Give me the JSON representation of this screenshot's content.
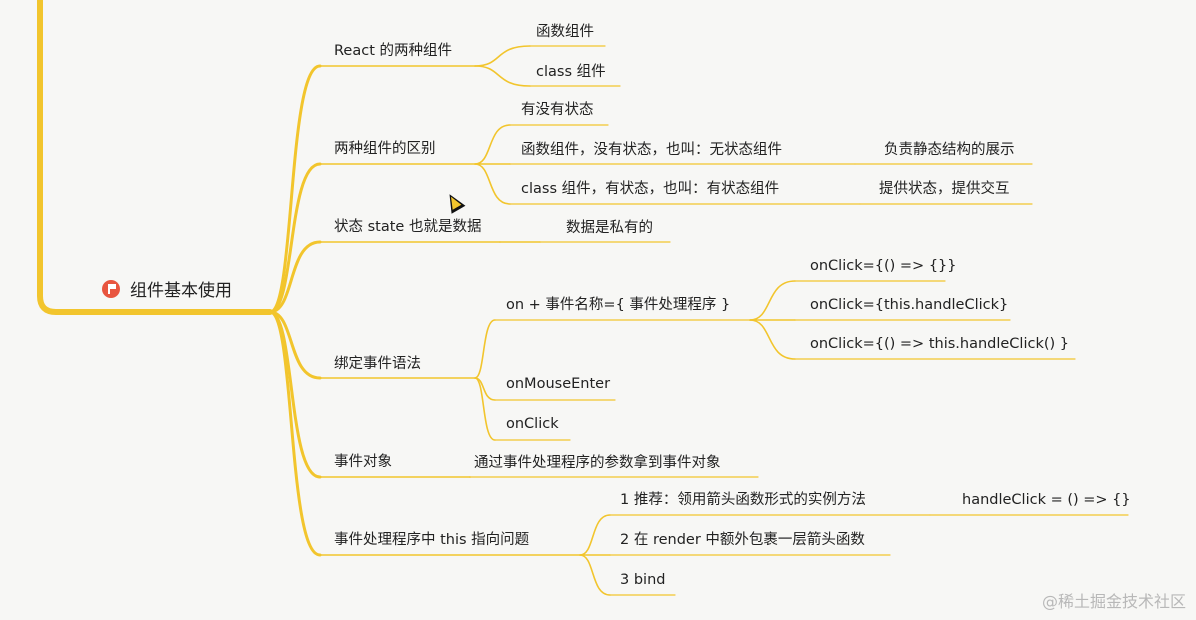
{
  "root": {
    "label": "组件基本使用",
    "icon": "flag-icon"
  },
  "branches": [
    {
      "label": "React 的两种组件",
      "children": [
        {
          "label": "函数组件"
        },
        {
          "label": "class 组件"
        }
      ]
    },
    {
      "label": "两种组件的区别",
      "children": [
        {
          "label": "有没有状态"
        },
        {
          "label": "函数组件，没有状态，也叫：无状态组件",
          "children": [
            {
              "label": "负责静态结构的展示"
            }
          ]
        },
        {
          "label": "class 组件，有状态，也叫：有状态组件",
          "children": [
            {
              "label": "提供状态，提供交互"
            }
          ]
        }
      ]
    },
    {
      "label": "状态 state 也就是数据",
      "children": [
        {
          "label": "数据是私有的"
        }
      ]
    },
    {
      "label": "绑定事件语法",
      "children": [
        {
          "label": "on + 事件名称={ 事件处理程序 }",
          "children": [
            {
              "label": "onClick={() => {}}"
            },
            {
              "label": "onClick={this.handleClick}"
            },
            {
              "label": "onClick={() =>  this.handleClick() }"
            }
          ]
        },
        {
          "label": "onMouseEnter"
        },
        {
          "label": "onClick"
        }
      ]
    },
    {
      "label": "事件对象",
      "children": [
        {
          "label": "通过事件处理程序的参数拿到事件对象"
        }
      ]
    },
    {
      "label": "事件处理程序中 this 指向问题",
      "children": [
        {
          "label": "1 推荐：领用箭头函数形式的实例方法",
          "children": [
            {
              "label": "handleClick = () => {}"
            }
          ]
        },
        {
          "label": "2 在 render 中额外包裹一层箭头函数"
        },
        {
          "label": "3 bind"
        }
      ]
    }
  ],
  "watermark": "@稀土掘金技术社区",
  "colors": {
    "line": "#f2c52d"
  }
}
